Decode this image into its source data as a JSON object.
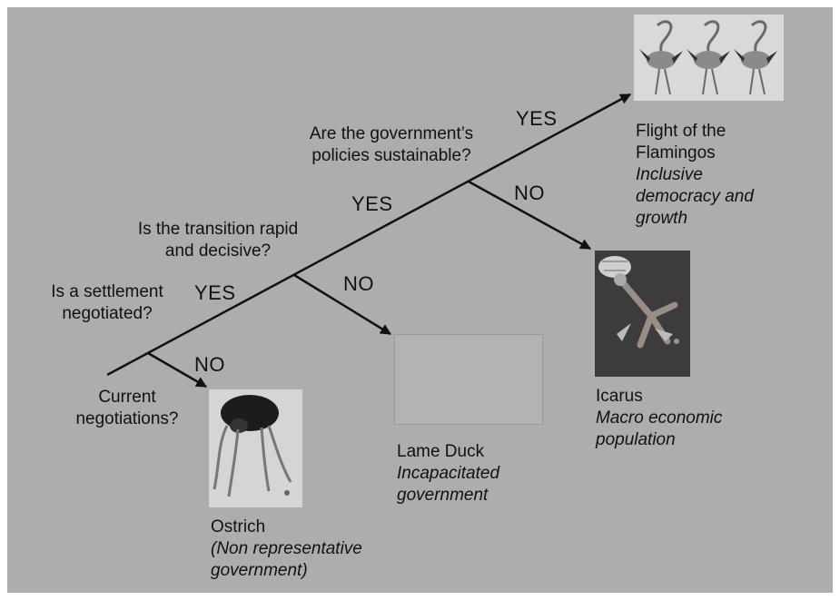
{
  "questions": {
    "current": [
      "Current",
      "negotiations?"
    ],
    "settlement": [
      "Is a settlement",
      "negotiated?"
    ],
    "transition": [
      "Is the transition rapid",
      "and decisive?"
    ],
    "policies": [
      "Are the government’s",
      "policies sustainable?"
    ]
  },
  "branches": {
    "yes_1": "YES",
    "yes_2": "YES",
    "yes_3": "YES",
    "no_1": "NO",
    "no_2": "NO",
    "no_3": "NO"
  },
  "outcomes": {
    "ostrich": {
      "name": "Ostrich",
      "description": [
        "(Non representative",
        "government)"
      ]
    },
    "lame_duck": {
      "name": "Lame Duck",
      "description": [
        "Incapacitated",
        "government"
      ]
    },
    "icarus": {
      "name": "Icarus",
      "description": [
        "Macro economic",
        "population"
      ]
    },
    "flamingos": {
      "name": [
        "Flight of the",
        "Flamingos"
      ],
      "description": [
        "Inclusive",
        "democracy and",
        "growth"
      ]
    }
  },
  "images": {
    "ostrich": "ostrich-illustration",
    "lame_duck": "empty-picture-frame",
    "icarus": "icarus-illustration",
    "flamingos": "three-flamingos-illustration"
  },
  "colors": {
    "slide_background": "#adadad",
    "line": "#111111",
    "text": "#111111"
  }
}
